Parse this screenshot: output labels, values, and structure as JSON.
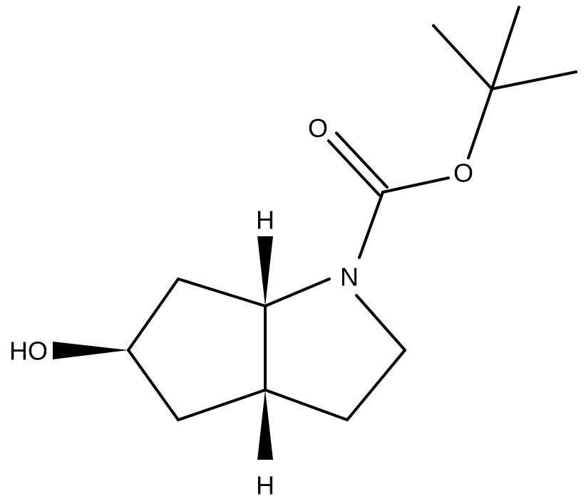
{
  "labels": {
    "oxygen_carbonyl": "O",
    "oxygen_ester": "O",
    "nitrogen": "N",
    "hydroxyl": "HO",
    "hydrogen_top": "H",
    "hydrogen_bottom": "H"
  },
  "colors": {
    "ink": "#000000",
    "background": "#ffffff"
  }
}
